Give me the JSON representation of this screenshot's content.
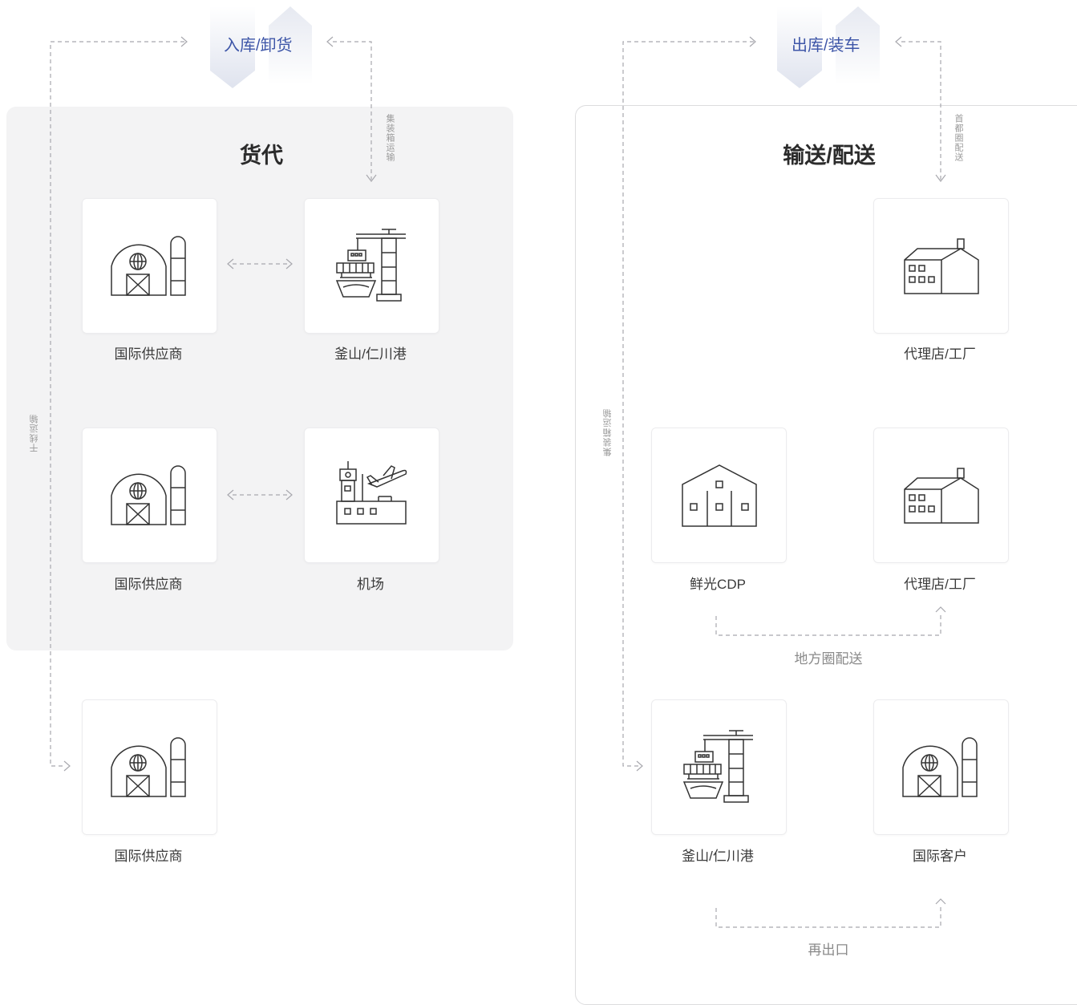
{
  "colors": {
    "accent": "#3e56a8",
    "panel_bg": "#f3f3f4",
    "line": "#a8a8ae"
  },
  "top_labels": {
    "left": "入库/卸货",
    "right": "出库/装车"
  },
  "panels": {
    "left": {
      "title": "货代"
    },
    "right": {
      "title": "输送/配送"
    }
  },
  "cards": {
    "left_r1_c1": {
      "label": "国际供应商",
      "icon": "warehouse-icon"
    },
    "left_r1_c2": {
      "label": "釜山/仁川港",
      "icon": "port-crane-icon"
    },
    "left_r2_c1": {
      "label": "国际供应商",
      "icon": "warehouse-icon"
    },
    "left_r2_c2": {
      "label": "机场",
      "icon": "airport-icon"
    },
    "left_bottom": {
      "label": "国际供应商",
      "icon": "warehouse-icon"
    },
    "right_r1_c2": {
      "label": "代理店/工厂",
      "icon": "factory-icon"
    },
    "right_r2_c1": {
      "label": "鲜光CDP",
      "icon": "distribution-center-icon"
    },
    "right_r2_c2": {
      "label": "代理店/工厂",
      "icon": "factory-icon"
    },
    "right_r3_c1": {
      "label": "釜山/仁川港",
      "icon": "port-crane-icon"
    },
    "right_r3_c2": {
      "label": "国际客户",
      "icon": "warehouse-icon"
    }
  },
  "flow_labels": {
    "trunk_transport": "干线运输",
    "container_transport_left": "集装箱运输",
    "container_transport_right": "集装箱运输",
    "metro_delivery": "首都圈配送",
    "local_delivery": "地方圈配送",
    "re_export": "再出口"
  }
}
